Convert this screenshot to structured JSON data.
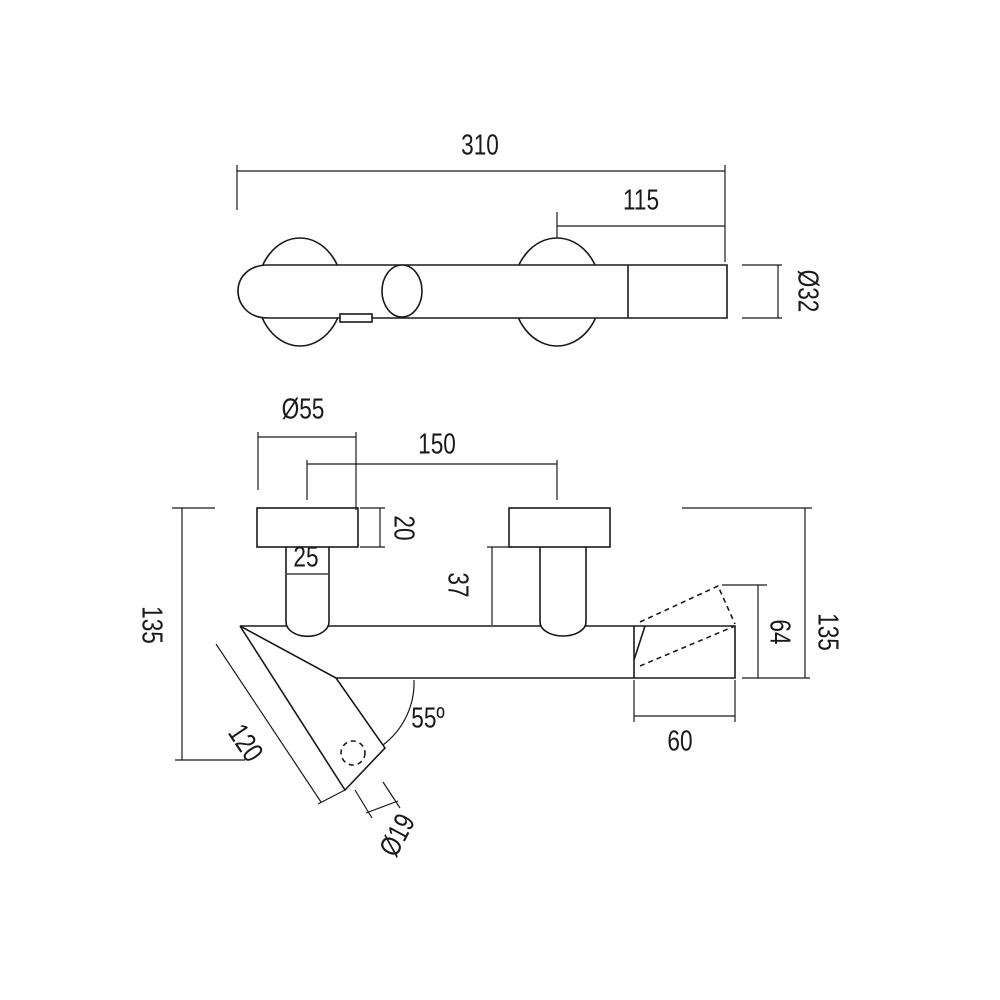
{
  "top_view": {
    "overall_length": "310",
    "outlet_offset": "115",
    "body_diameter": "Ø32"
  },
  "front_view": {
    "flange_diameter": "Ø55",
    "center_distance": "150",
    "flange_thickness": "20",
    "stem_width": "25",
    "stem_height": "37",
    "total_height_left": "135",
    "total_height_right": "135",
    "handle_height": "64",
    "handle_length": "60",
    "spout_angle": "55º",
    "spout_length": "120",
    "outlet_diameter": "Ø19"
  }
}
